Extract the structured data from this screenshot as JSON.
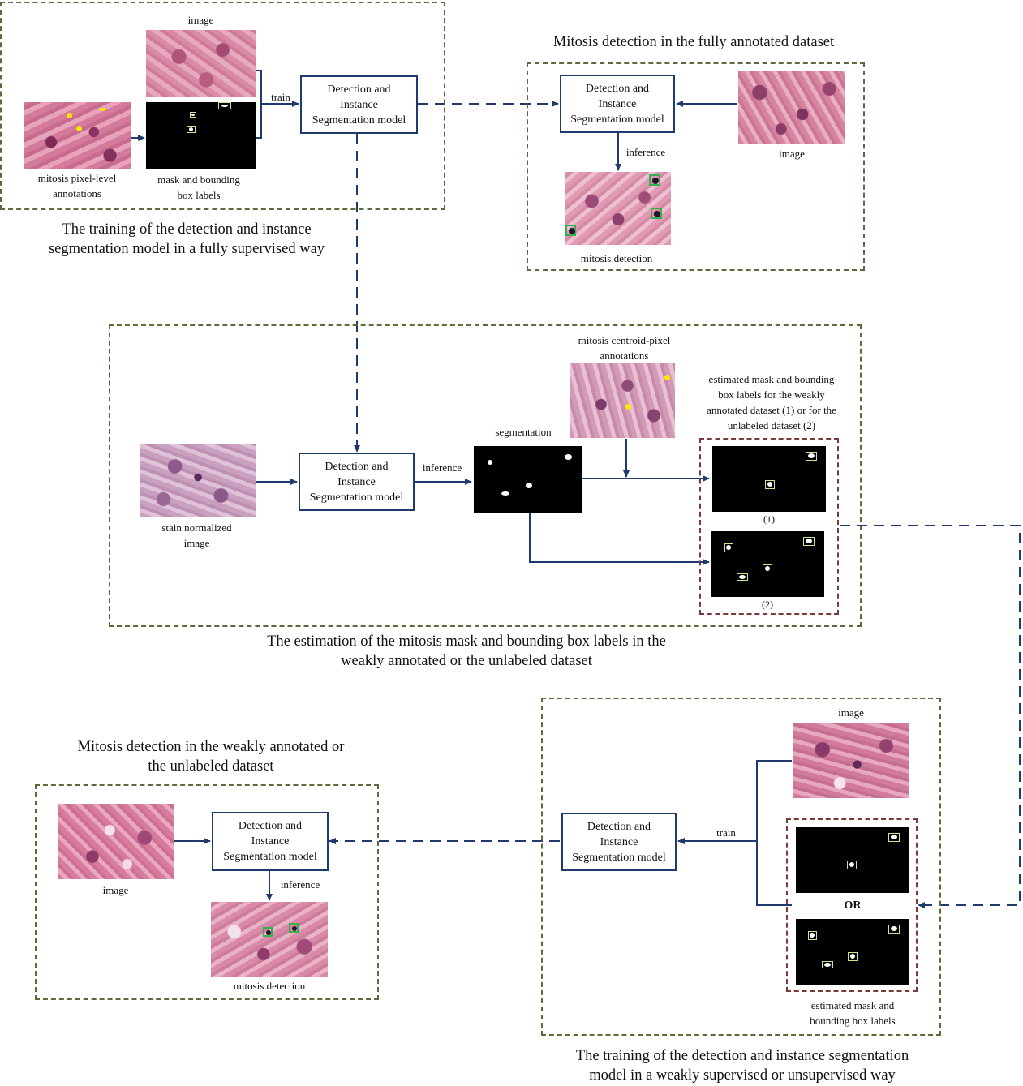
{
  "colors": {
    "panel_border": "#5b6a3a",
    "estimate_border": "#7a3a3a",
    "arrow": "#1f3b6e",
    "bbox": "#c8e68c",
    "detection_box": "#2fb34a",
    "centroid_dot": "#ffe600"
  },
  "model_label": "Detection and\nInstance\nSegmentation model",
  "top_left": {
    "image_label": "image",
    "annotations_label": "mitosis pixel-level\nannotations",
    "mask_label": "mask and bounding\nbox labels",
    "train_label": "train",
    "title": "The training of the detection and instance\nsegmentation model in a fully supervised way"
  },
  "top_right": {
    "title": "Mitosis detection in the fully annotated dataset",
    "image_label": "image",
    "inference_label": "inference",
    "detection_label": "mitosis detection"
  },
  "middle": {
    "stain_label": "stain normalized\nimage",
    "inference_label": "inference",
    "segmentation_label": "segmentation",
    "centroid_label": "mitosis centroid-pixel\nannotations",
    "estimated_label": "estimated mask and bounding\nbox labels for the weakly\nannotated dataset (1) or for the\nunlabeled dataset (2)",
    "label_1": "(1)",
    "label_2": "(2)",
    "title": "The estimation of the mitosis mask and bounding box labels in the\nweakly annotated or the unlabeled dataset"
  },
  "bottom_left": {
    "title": "Mitosis detection in the weakly annotated or\nthe unlabeled dataset",
    "image_label": "image",
    "inference_label": "inference",
    "detection_label": "mitosis detection"
  },
  "bottom_right": {
    "image_label": "image",
    "train_label": "train",
    "or_label": "OR",
    "estimated_label": "estimated mask and\nbounding box labels",
    "title": "The training of the detection and instance segmentation\nmodel in a weakly supervised or unsupervised way"
  }
}
